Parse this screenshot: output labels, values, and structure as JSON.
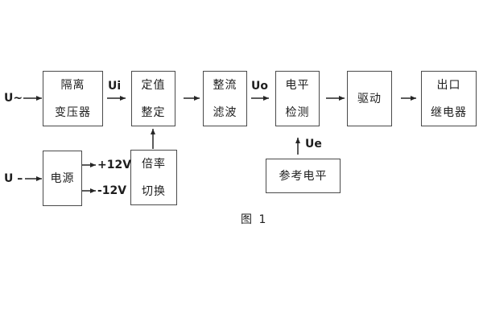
{
  "diagram": {
    "caption": "图 1",
    "io_labels": {
      "ac_input": "U~",
      "dc_input": "U –",
      "ui": "Ui",
      "uo": "Uo",
      "ue": "Ue",
      "plus_12v": "+12V",
      "minus_12v": "-12V"
    },
    "blocks": {
      "isolation_transformer": {
        "line1": "隔离",
        "line2": "变压器"
      },
      "setpoint_adjust": {
        "line1": "定值",
        "line2": "整定"
      },
      "rectifier_filter": {
        "line1": "整流",
        "line2": "滤波"
      },
      "level_detector": {
        "line1": "电平",
        "line2": "检测"
      },
      "driver": {
        "label": "驱动"
      },
      "output_relay": {
        "line1": "出口",
        "line2": "继电器"
      },
      "power_supply": {
        "label": "电源"
      },
      "ratio_switch": {
        "line1": "倍率",
        "line2": "切换"
      },
      "reference_level": {
        "label": "参考电平"
      }
    },
    "colors": {
      "background": "#ffffff",
      "box_border": "#4a4a4a",
      "text": "#1e1e1e",
      "arrow": "#262626"
    }
  }
}
